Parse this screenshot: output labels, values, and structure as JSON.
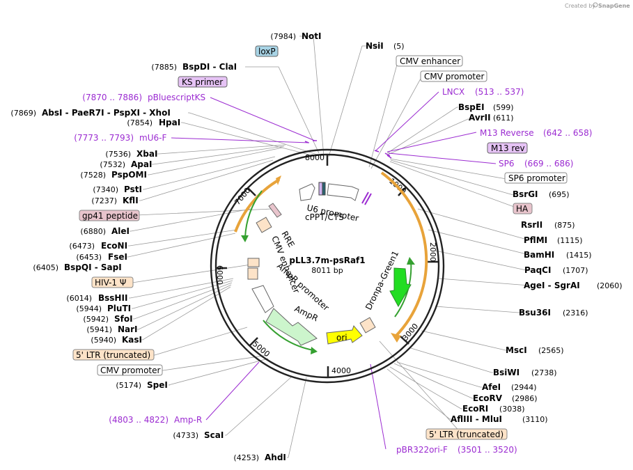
{
  "credit": "Created by",
  "brand": "SnapGene",
  "plasmid": {
    "name": "pLL3.7m-psRaf1",
    "size": "8011 bp"
  },
  "ticks": [
    "1000",
    "2000",
    "3000",
    "4000",
    "5000",
    "6000",
    "7000",
    "8000"
  ],
  "sites_right": [
    {
      "name": "NsiI",
      "pos": "(5)"
    },
    {
      "name": "BspEI",
      "pos": "(599)"
    },
    {
      "name": "AvrII",
      "pos": "(611)"
    },
    {
      "name": "BsrGI",
      "pos": "(695)"
    },
    {
      "name": "RsrII",
      "pos": "(875)"
    },
    {
      "name": "PflMI",
      "pos": "(1115)"
    },
    {
      "name": "BamHI",
      "pos": "(1415)"
    },
    {
      "name": "PaqCI",
      "pos": "(1707)"
    },
    {
      "name": "AgeI - SgrAI",
      "pos": "(2060)"
    },
    {
      "name": "Bsu36I",
      "pos": "(2316)"
    },
    {
      "name": "MscI",
      "pos": "(2565)"
    },
    {
      "name": "BsiWI",
      "pos": "(2738)"
    },
    {
      "name": "AfeI",
      "pos": "(2944)"
    },
    {
      "name": "EcoRV",
      "pos": "(2986)"
    },
    {
      "name": "EcoRI",
      "pos": "(3038)"
    },
    {
      "name": "AflIII - MluI",
      "pos": "(3110)"
    }
  ],
  "sites_left": [
    {
      "name": "NotI",
      "pos": "(7984)"
    },
    {
      "name": "BspDI - ClaI",
      "pos": "(7885)"
    },
    {
      "name": "AbsI - PaeR7I - PspXI - XhoI",
      "pos": "(7869)"
    },
    {
      "name": "HpaI",
      "pos": "(7854)"
    },
    {
      "name": "XbaI",
      "pos": "(7536)"
    },
    {
      "name": "ApaI",
      "pos": "(7532)"
    },
    {
      "name": "PspOMI",
      "pos": "(7528)"
    },
    {
      "name": "PstI",
      "pos": "(7340)"
    },
    {
      "name": "KflI",
      "pos": "(7237)"
    },
    {
      "name": "AleI",
      "pos": "(6880)"
    },
    {
      "name": "EcoNI",
      "pos": "(6473)"
    },
    {
      "name": "FseI",
      "pos": "(6453)"
    },
    {
      "name": "BspQI - SapI",
      "pos": "(6405)"
    },
    {
      "name": "BssHII",
      "pos": "(6014)"
    },
    {
      "name": "PluTI",
      "pos": "(5944)"
    },
    {
      "name": "SfoI",
      "pos": "(5942)"
    },
    {
      "name": "NarI",
      "pos": "(5941)"
    },
    {
      "name": "KasI",
      "pos": "(5940)"
    },
    {
      "name": "SpeI",
      "pos": "(5174)"
    },
    {
      "name": "ScaI",
      "pos": "(4733)"
    },
    {
      "name": "AhdI",
      "pos": "(4253)"
    }
  ],
  "primers": [
    {
      "name": "LNCX",
      "range": "(513 .. 537)"
    },
    {
      "name": "M13 Reverse",
      "range": "(642 .. 658)"
    },
    {
      "name": "SP6",
      "range": "(669 .. 686)"
    },
    {
      "name": "pBluescriptKS",
      "range": "(7870 .. 7886)"
    },
    {
      "name": "mU6-F",
      "range": "(7773 .. 7793)"
    },
    {
      "name": "Amp-R",
      "range": "(4803 .. 4822)"
    },
    {
      "name": "pBR322ori-F",
      "range": "(3501 .. 3520)"
    }
  ],
  "boxes": [
    {
      "text": "CMV enhancer",
      "fill": "#ffffff",
      "stroke": "#888888"
    },
    {
      "text": "CMV promoter",
      "fill": "#ffffff",
      "stroke": "#888888"
    },
    {
      "text": "M13 rev",
      "fill": "#e6c3f5",
      "stroke": "#666666"
    },
    {
      "text": "SP6 promoter",
      "fill": "#ffffff",
      "stroke": "#888888"
    },
    {
      "text": "HA",
      "fill": "#e8c4cc",
      "stroke": "#888888"
    },
    {
      "text": "loxP",
      "fill": "#a8d4e6",
      "stroke": "#666666"
    },
    {
      "text": "KS primer",
      "fill": "#e6c3f5",
      "stroke": "#666666"
    },
    {
      "text": "gp41 peptide",
      "fill": "#e8c4cc",
      "stroke": "#888888"
    },
    {
      "text": "HIV-1 Ψ",
      "fill": "#fde3c8",
      "stroke": "#888888"
    },
    {
      "text": "5' LTR (truncated)",
      "fill": "#fde3c8",
      "stroke": "#888888"
    },
    {
      "text": "CMV promoter",
      "fill": "#ffffff",
      "stroke": "#888888"
    },
    {
      "text": "5' LTR (truncated)",
      "fill": "#fde3c8",
      "stroke": "#888888"
    }
  ],
  "inner_labels": {
    "u6": "U6 promoter",
    "cppt": "cPPT/CTS",
    "rre": "RRE",
    "cmv_enh": "CMV enhancer",
    "ampr_prom": "AmpR promoter",
    "ampr": "AmpR",
    "ori": "ori",
    "dronpa": "Dronpa-Green1"
  },
  "colors": {
    "primer": "#9b2bd1",
    "orange": "#e8a33a",
    "green_arrow": "#22dd22",
    "ori_yellow": "#ffff00",
    "ampr_green": "#ccf5cc",
    "ltr": "#fde3c8"
  }
}
